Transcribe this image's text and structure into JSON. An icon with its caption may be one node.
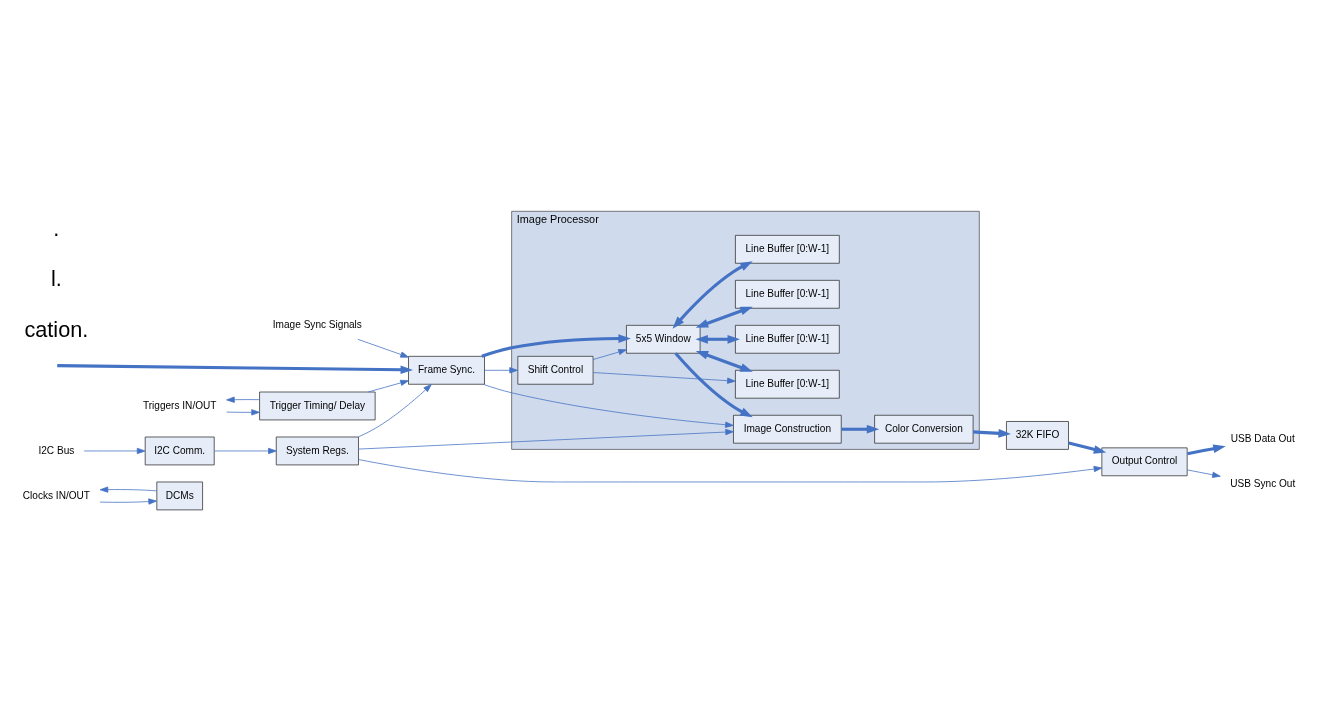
{
  "diagram": {
    "nodes": [
      {
        "text": [
          "Clocks IN/OUT"
        ]
      },
      {
        "text": [
          "Triggers IN/OUT"
        ]
      },
      {
        "text": [
          "DCMs"
        ]
      },
      {
        "text": [
          "Trigger Timing/ Delay"
        ]
      },
      {
        "text": [
          "Image Processor"
        ]
      },
      {
        "text": [
          "Shift Control"
        ],
        "in": 4
      },
      {
        "text": [
          "Image Sync Signals"
        ]
      },
      {
        "text": [
          "Frame Sync."
        ]
      },
      {
        "text": [
          "5x5 Window"
        ],
        "in": 4
      },
      {
        "text": [
          "Line Buffer [0:W-1]"
        ],
        "in": 4
      },
      {
        "text": [
          "Line Buffer [0:W-1]"
        ],
        "in": 4
      },
      {
        "text": [
          "Line Buffer [0:W-1]"
        ],
        "in": 4
      },
      {
        "text": [
          "Line Buffer [0:W-1]"
        ],
        "in": 4
      },
      {
        "text": [
          "I2C Bus"
        ]
      },
      {
        "text": [
          "I2C Comm."
        ]
      },
      {
        "text": [
          "System Regs."
        ]
      },
      {
        "text": [
          "Image Construction"
        ],
        "in": 4
      },
      {
        "text": [
          "Color Conversion"
        ],
        "in": 4
      },
      {
        "text": [
          "USB Data Out"
        ]
      },
      {
        "text": [
          "USB Sync Out"
        ]
      },
      {
        "text": [
          "Output Control"
        ]
      },
      {
        "text": [
          "32K FIFO"
        ]
      }
    ],
    "edges": [
      {
        "from": 0,
        "to": 2,
        "arrow": "to"
      },
      {
        "from": 2,
        "to": 0,
        "arrow": "to"
      },
      {
        "from": 1,
        "to": 3,
        "arrow": "to"
      },
      {
        "from": 3,
        "to": 1,
        "arrow": "to"
      },
      {
        "from": 3,
        "to": 7,
        "arrow": "to"
      },
      {
        "from": 6,
        "to": 7,
        "arrow": "to"
      },
      {
        "from": null,
        "to": 7,
        "arrow": "to",
        "style": "thick"
      },
      {
        "from": 7,
        "to": 5,
        "arrow": "to"
      },
      {
        "from": 7,
        "to": 16,
        "arrow": "to"
      },
      {
        "from": 7,
        "to": 8,
        "arrow": "to",
        "style": "thick"
      },
      {
        "from": 5,
        "to": 8,
        "arrow": "to"
      },
      {
        "from": 5,
        "to": 9,
        "arrow": "to"
      },
      {
        "from": 8,
        "to": 9,
        "arrow": "both",
        "style": "thick"
      },
      {
        "from": 8,
        "to": 10,
        "arrow": "both",
        "style": "thick"
      },
      {
        "from": 8,
        "to": 11,
        "arrow": "both",
        "style": "thick"
      },
      {
        "from": 8,
        "to": 12,
        "arrow": "both",
        "style": "thick"
      },
      {
        "from": 8,
        "to": 16,
        "arrow": "to",
        "style": "thick"
      },
      {
        "from": 13,
        "to": 14,
        "arrow": "to"
      },
      {
        "from": 14,
        "to": 15,
        "arrow": "to"
      },
      {
        "from": 15,
        "to": 7,
        "arrow": "to"
      },
      {
        "from": 15,
        "to": 16,
        "arrow": "to"
      },
      {
        "from": 15,
        "to": 20,
        "arrow": "to"
      },
      {
        "from": 16,
        "to": 17,
        "arrow": "to",
        "style": "thick"
      },
      {
        "from": 17,
        "to": 21,
        "arrow": "to",
        "style": "thick"
      },
      {
        "from": 21,
        "to": 20,
        "arrow": "to",
        "style": "thick"
      },
      {
        "from": 20,
        "to": 18,
        "arrow": "to",
        "style": "thick"
      },
      {
        "from": 20,
        "to": 19,
        "arrow": "to"
      }
    ],
    "labels": [
      "cation.",
      "l.",
      "."
    ]
  }
}
